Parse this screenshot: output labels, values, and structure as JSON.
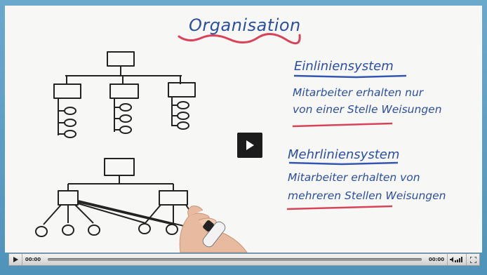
{
  "board": {
    "title": "Organisation",
    "heading1": "Einliniensystem",
    "body1_line1": "Mitarbeiter erhalten nur",
    "body1_line2": "von einer Stelle Weisungen",
    "heading2": "Mehrliniensystem",
    "body2_line1": "Mitarbeiter erhalten von",
    "body2_line2": "mehreren Stellen Weisungen"
  },
  "player": {
    "current_time": "00:00",
    "duration": "00:00",
    "progress": 0
  },
  "icons": {
    "play_overlay": "play-icon",
    "play_small": "play-icon",
    "volume": "volume-icon",
    "fullscreen": "fullscreen-icon"
  },
  "colors": {
    "ink_blue": "#2c4fa0",
    "underline_red": "#d9435a",
    "frame_blue": "#5a9ec4"
  }
}
